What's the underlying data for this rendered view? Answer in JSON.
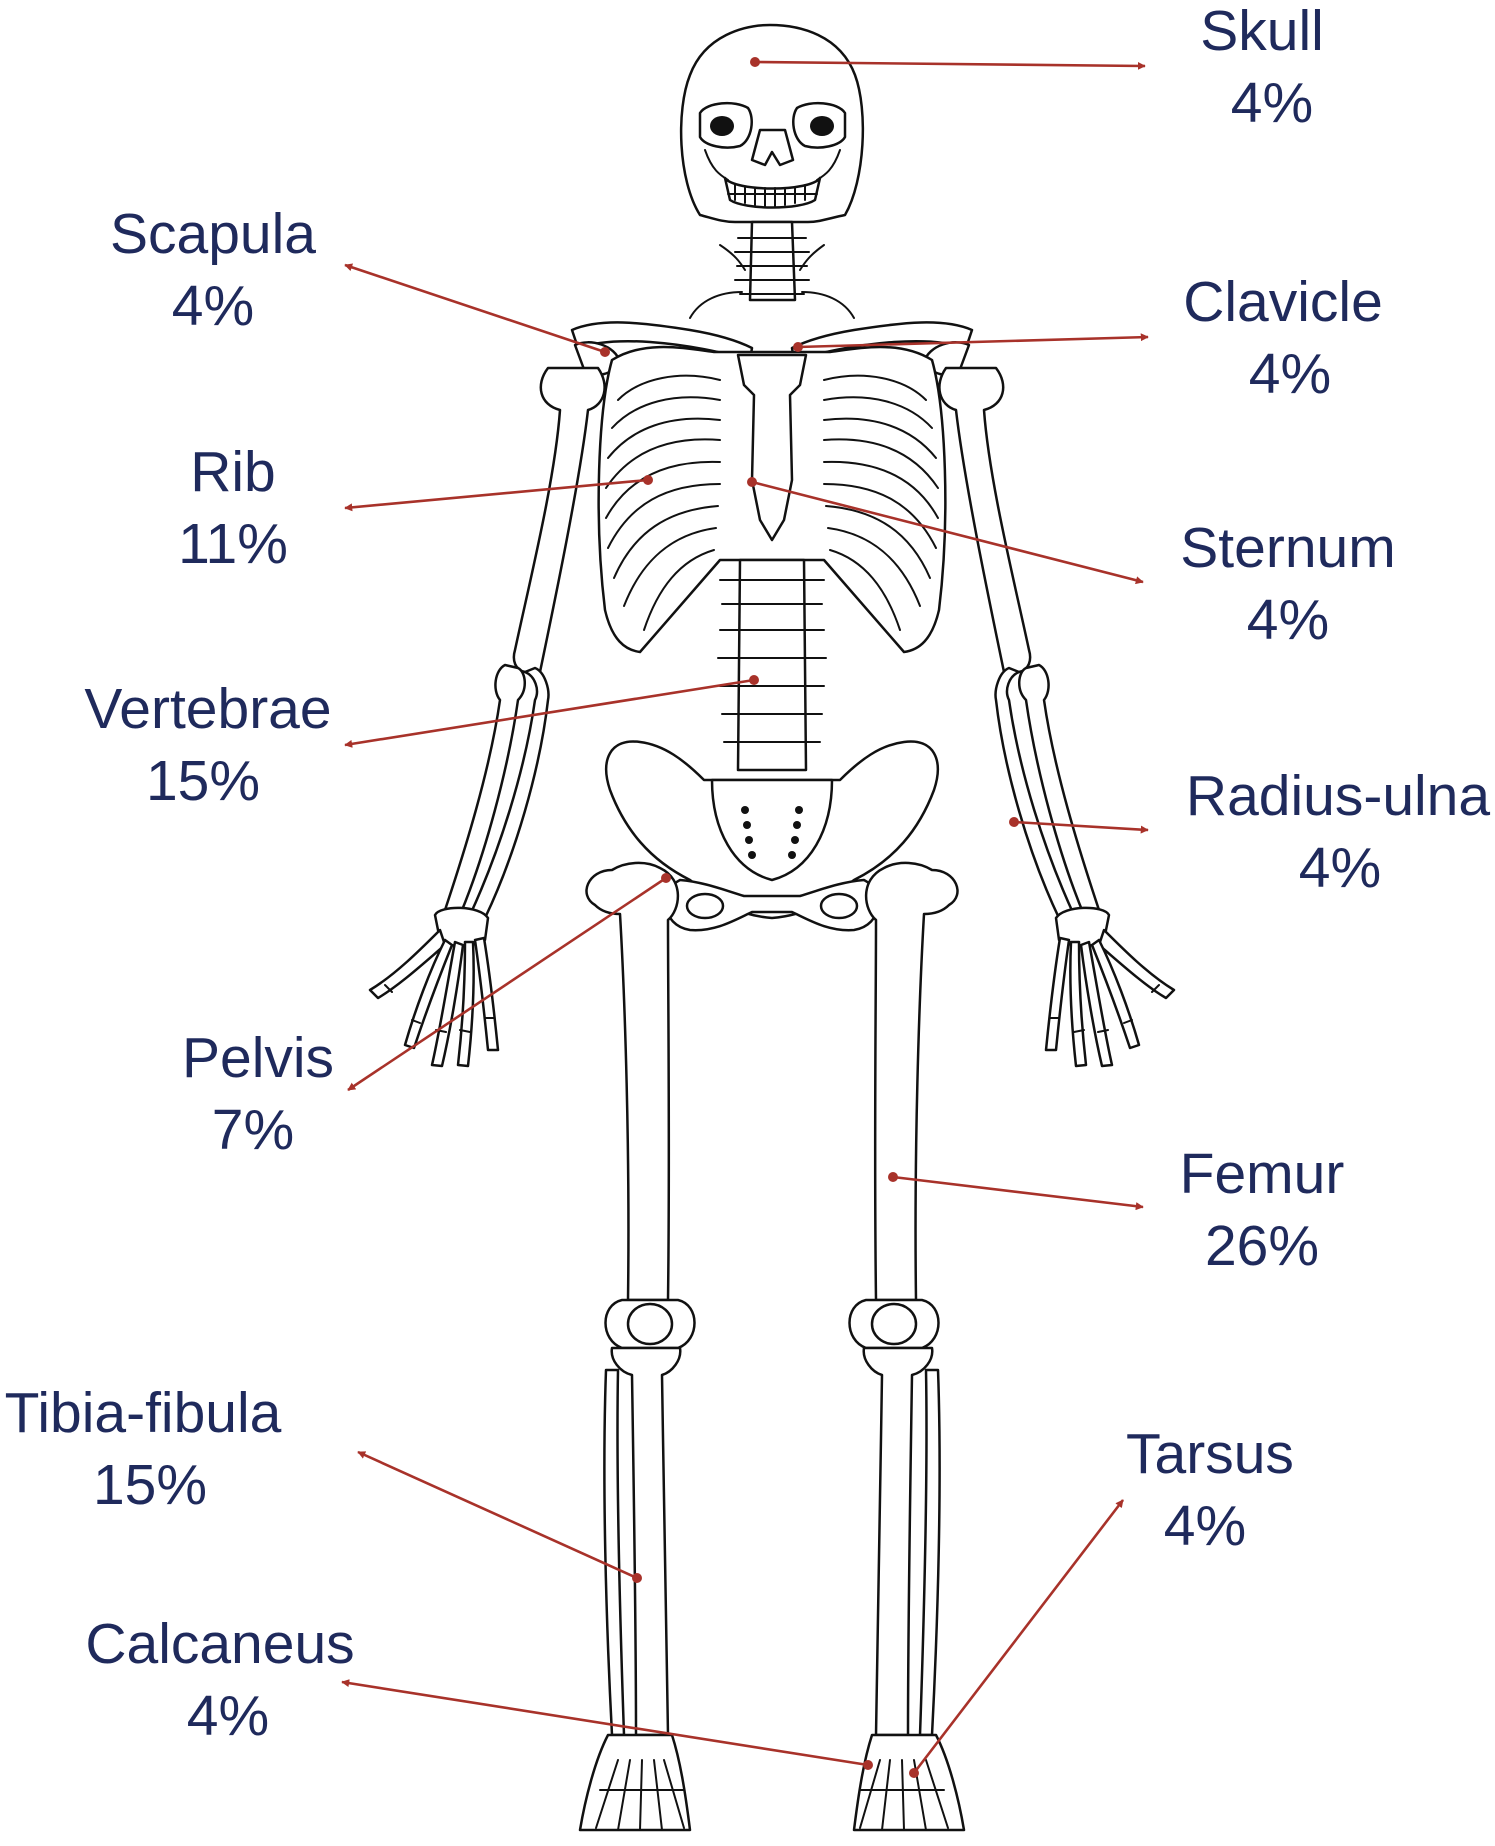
{
  "colors": {
    "label_text": "#1f2a5c",
    "leader_line": "#a8322a",
    "bone_outline": "#111111",
    "background": "#ffffff"
  },
  "labels": [
    {
      "id": "skull",
      "name": "Skull",
      "percent": "4%"
    },
    {
      "id": "scapula",
      "name": "Scapula",
      "percent": "4%"
    },
    {
      "id": "clavicle",
      "name": "Clavicle",
      "percent": "4%"
    },
    {
      "id": "rib",
      "name": "Rib",
      "percent": "11%"
    },
    {
      "id": "sternum",
      "name": "Sternum",
      "percent": "4%"
    },
    {
      "id": "vertebrae",
      "name": "Vertebrae",
      "percent": "15%"
    },
    {
      "id": "radius-ulna",
      "name": "Radius-ulna",
      "percent": "4%"
    },
    {
      "id": "pelvis",
      "name": "Pelvis",
      "percent": "7%"
    },
    {
      "id": "femur",
      "name": "Femur",
      "percent": "26%"
    },
    {
      "id": "tibia-fibula",
      "name": "Tibia-fibula",
      "percent": "15%"
    },
    {
      "id": "tarsus",
      "name": "Tarsus",
      "percent": "4%"
    },
    {
      "id": "calcaneus",
      "name": "Calcaneus",
      "percent": "4%"
    }
  ]
}
